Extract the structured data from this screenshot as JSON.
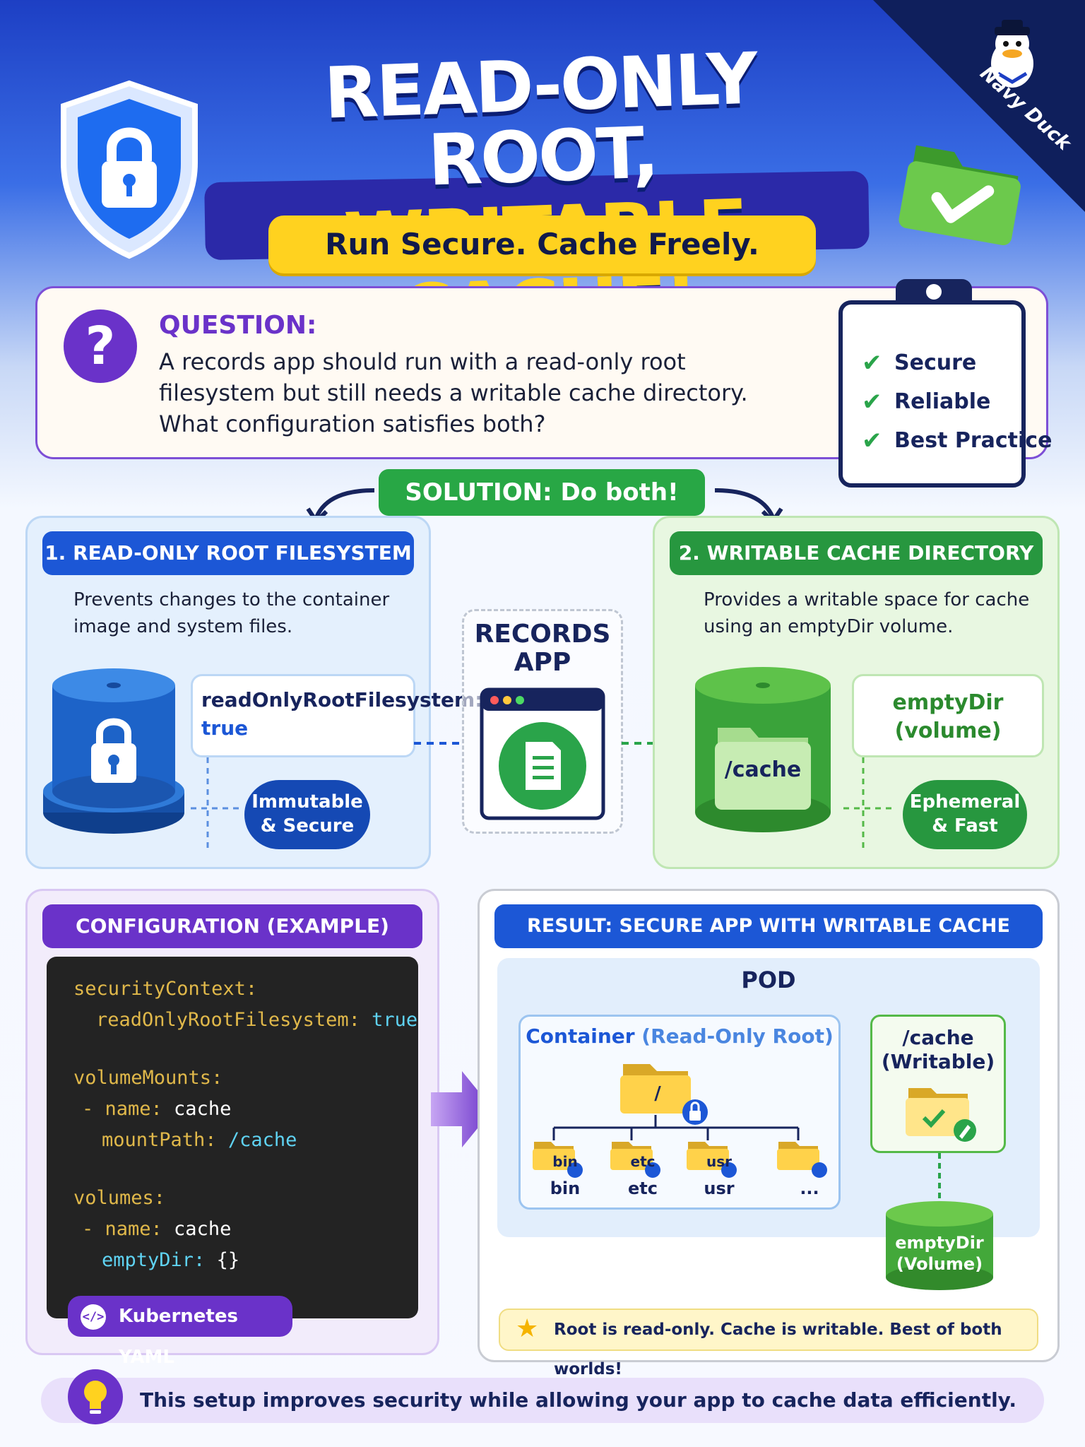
{
  "header": {
    "title_line1": "READ-ONLY ROOT,",
    "title_line2": "WRITABLE CACHE!",
    "subtitle": "Run Secure. Cache Freely.",
    "mascot_name": "Navy Duck"
  },
  "question": {
    "icon_glyph": "?",
    "label": "QUESTION:",
    "text": "A records app should run with a read-only root filesystem but still needs a writable cache directory. What configuration satisfies both?"
  },
  "checklist": [
    {
      "icon": "check-icon",
      "label": "Secure"
    },
    {
      "icon": "check-icon",
      "label": "Reliable"
    },
    {
      "icon": "check-icon",
      "label": "Best Practice"
    }
  ],
  "solution": {
    "label": "SOLUTION: Do both!"
  },
  "left_panel": {
    "heading": "1. READ-ONLY ROOT FILESYSTEM",
    "description_line1": "Prevents changes to the container",
    "description_line2": "image and system files.",
    "setting_key": "readOnlyRootFilesystem:",
    "setting_value": "true",
    "badge_line1": "Immutable",
    "badge_line2": "& Secure"
  },
  "center": {
    "title_line1": "RECORDS",
    "title_line2": "APP"
  },
  "right_panel": {
    "heading": "2. WRITABLE CACHE DIRECTORY",
    "description_line1": "Provides a writable space for cache",
    "description_line2": "using an emptyDir volume.",
    "volume_line1": "emptyDir",
    "volume_line2": "(volume)",
    "cache_path": "/cache",
    "badge_line1": "Ephemeral",
    "badge_line2": "& Fast"
  },
  "config": {
    "heading": "CONFIGURATION (EXAMPLE)",
    "lines": [
      {
        "key": "securityContext:",
        "val": "",
        "indent": 0
      },
      {
        "key": "readOnlyRootFilesystem:",
        "val": " true",
        "indent": 1
      },
      {
        "key": "volumeMounts:",
        "val": "",
        "indent": 0
      },
      {
        "key": "- name:",
        "val": " cache",
        "indent": 1
      },
      {
        "key": "mountPath:",
        "val": " /cache",
        "indent": 2
      },
      {
        "key": "volumes:",
        "val": "",
        "indent": 0
      },
      {
        "key": "- name:",
        "val": " cache",
        "indent": 1
      },
      {
        "key": "emptyDir:",
        "val": " {}",
        "indent": 2
      }
    ],
    "badge_icon": "</>",
    "badge": "Kubernetes YAML"
  },
  "result": {
    "heading": "RESULT: SECURE APP WITH WRITABLE CACHE",
    "pod_label": "POD",
    "container_label": "Container",
    "container_qualifier": "(Read-Only Root)",
    "root_dir": "/",
    "dirs": [
      {
        "folder_text": "bin",
        "label": "bin"
      },
      {
        "folder_text": "etc",
        "label": "etc"
      },
      {
        "folder_text": "usr",
        "label": "usr"
      },
      {
        "folder_text": "",
        "label": "..."
      }
    ],
    "cache_line1": "/cache",
    "cache_line2": "(Writable)",
    "volume_line1": "emptyDir",
    "volume_line2": "(Volume)",
    "banner": "Root is read-only. Cache is writable. Best of both worlds!"
  },
  "footer": {
    "text": "This setup improves security while allowing your app to cache data efficiently."
  },
  "colors": {
    "accent_purple": "#6a32c9",
    "accent_blue": "#1c57d6",
    "accent_green": "#28a745",
    "accent_yellow": "#ffd21f",
    "navy": "#17245d"
  }
}
